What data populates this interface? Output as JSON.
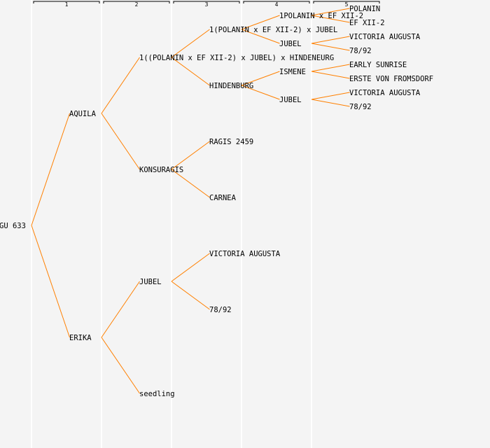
{
  "colors": {
    "line": "#ff8000",
    "gen1_text": "#0000ff",
    "text": "#000000",
    "separator": "#ffffff"
  },
  "generations": [
    "1",
    "2",
    "3",
    "4",
    "5"
  ],
  "tree": {
    "name": "GU 633",
    "children": [
      {
        "name": "AQUILA",
        "children": [
          {
            "name": "1((POLANIN x EF XII-2) x JUBEL) x HINDENEURG",
            "children": [
              {
                "name": "1(POLANIN x EF XII-2) x JUBEL",
                "children": [
                  {
                    "name": "1POLANIN x EF XII-2",
                    "children": [
                      {
                        "name": "POLANIN"
                      },
                      {
                        "name": "EF XII-2"
                      }
                    ]
                  },
                  {
                    "name": "JUBEL",
                    "children": [
                      {
                        "name": "VICTORIA AUGUSTA"
                      },
                      {
                        "name": "78/92"
                      }
                    ]
                  }
                ]
              },
              {
                "name": "HINDENBURG",
                "children": [
                  {
                    "name": "ISMENE",
                    "children": [
                      {
                        "name": "EARLY SUNRISE"
                      },
                      {
                        "name": "ERSTE VON FROMSDORF"
                      }
                    ]
                  },
                  {
                    "name": "JUBEL",
                    "children": [
                      {
                        "name": "VICTORIA AUGUSTA"
                      },
                      {
                        "name": "78/92"
                      }
                    ]
                  }
                ]
              }
            ]
          },
          {
            "name": "KONSURAGIS",
            "children": [
              {
                "name": "RAGIS 2459"
              },
              {
                "name": "CARNEA"
              }
            ]
          }
        ]
      },
      {
        "name": "ERIKA",
        "children": [
          {
            "name": "JUBEL",
            "children": [
              {
                "name": "VICTORIA AUGUSTA"
              },
              {
                "name": "78/92"
              }
            ]
          },
          {
            "name": "seedling"
          }
        ]
      }
    ]
  }
}
